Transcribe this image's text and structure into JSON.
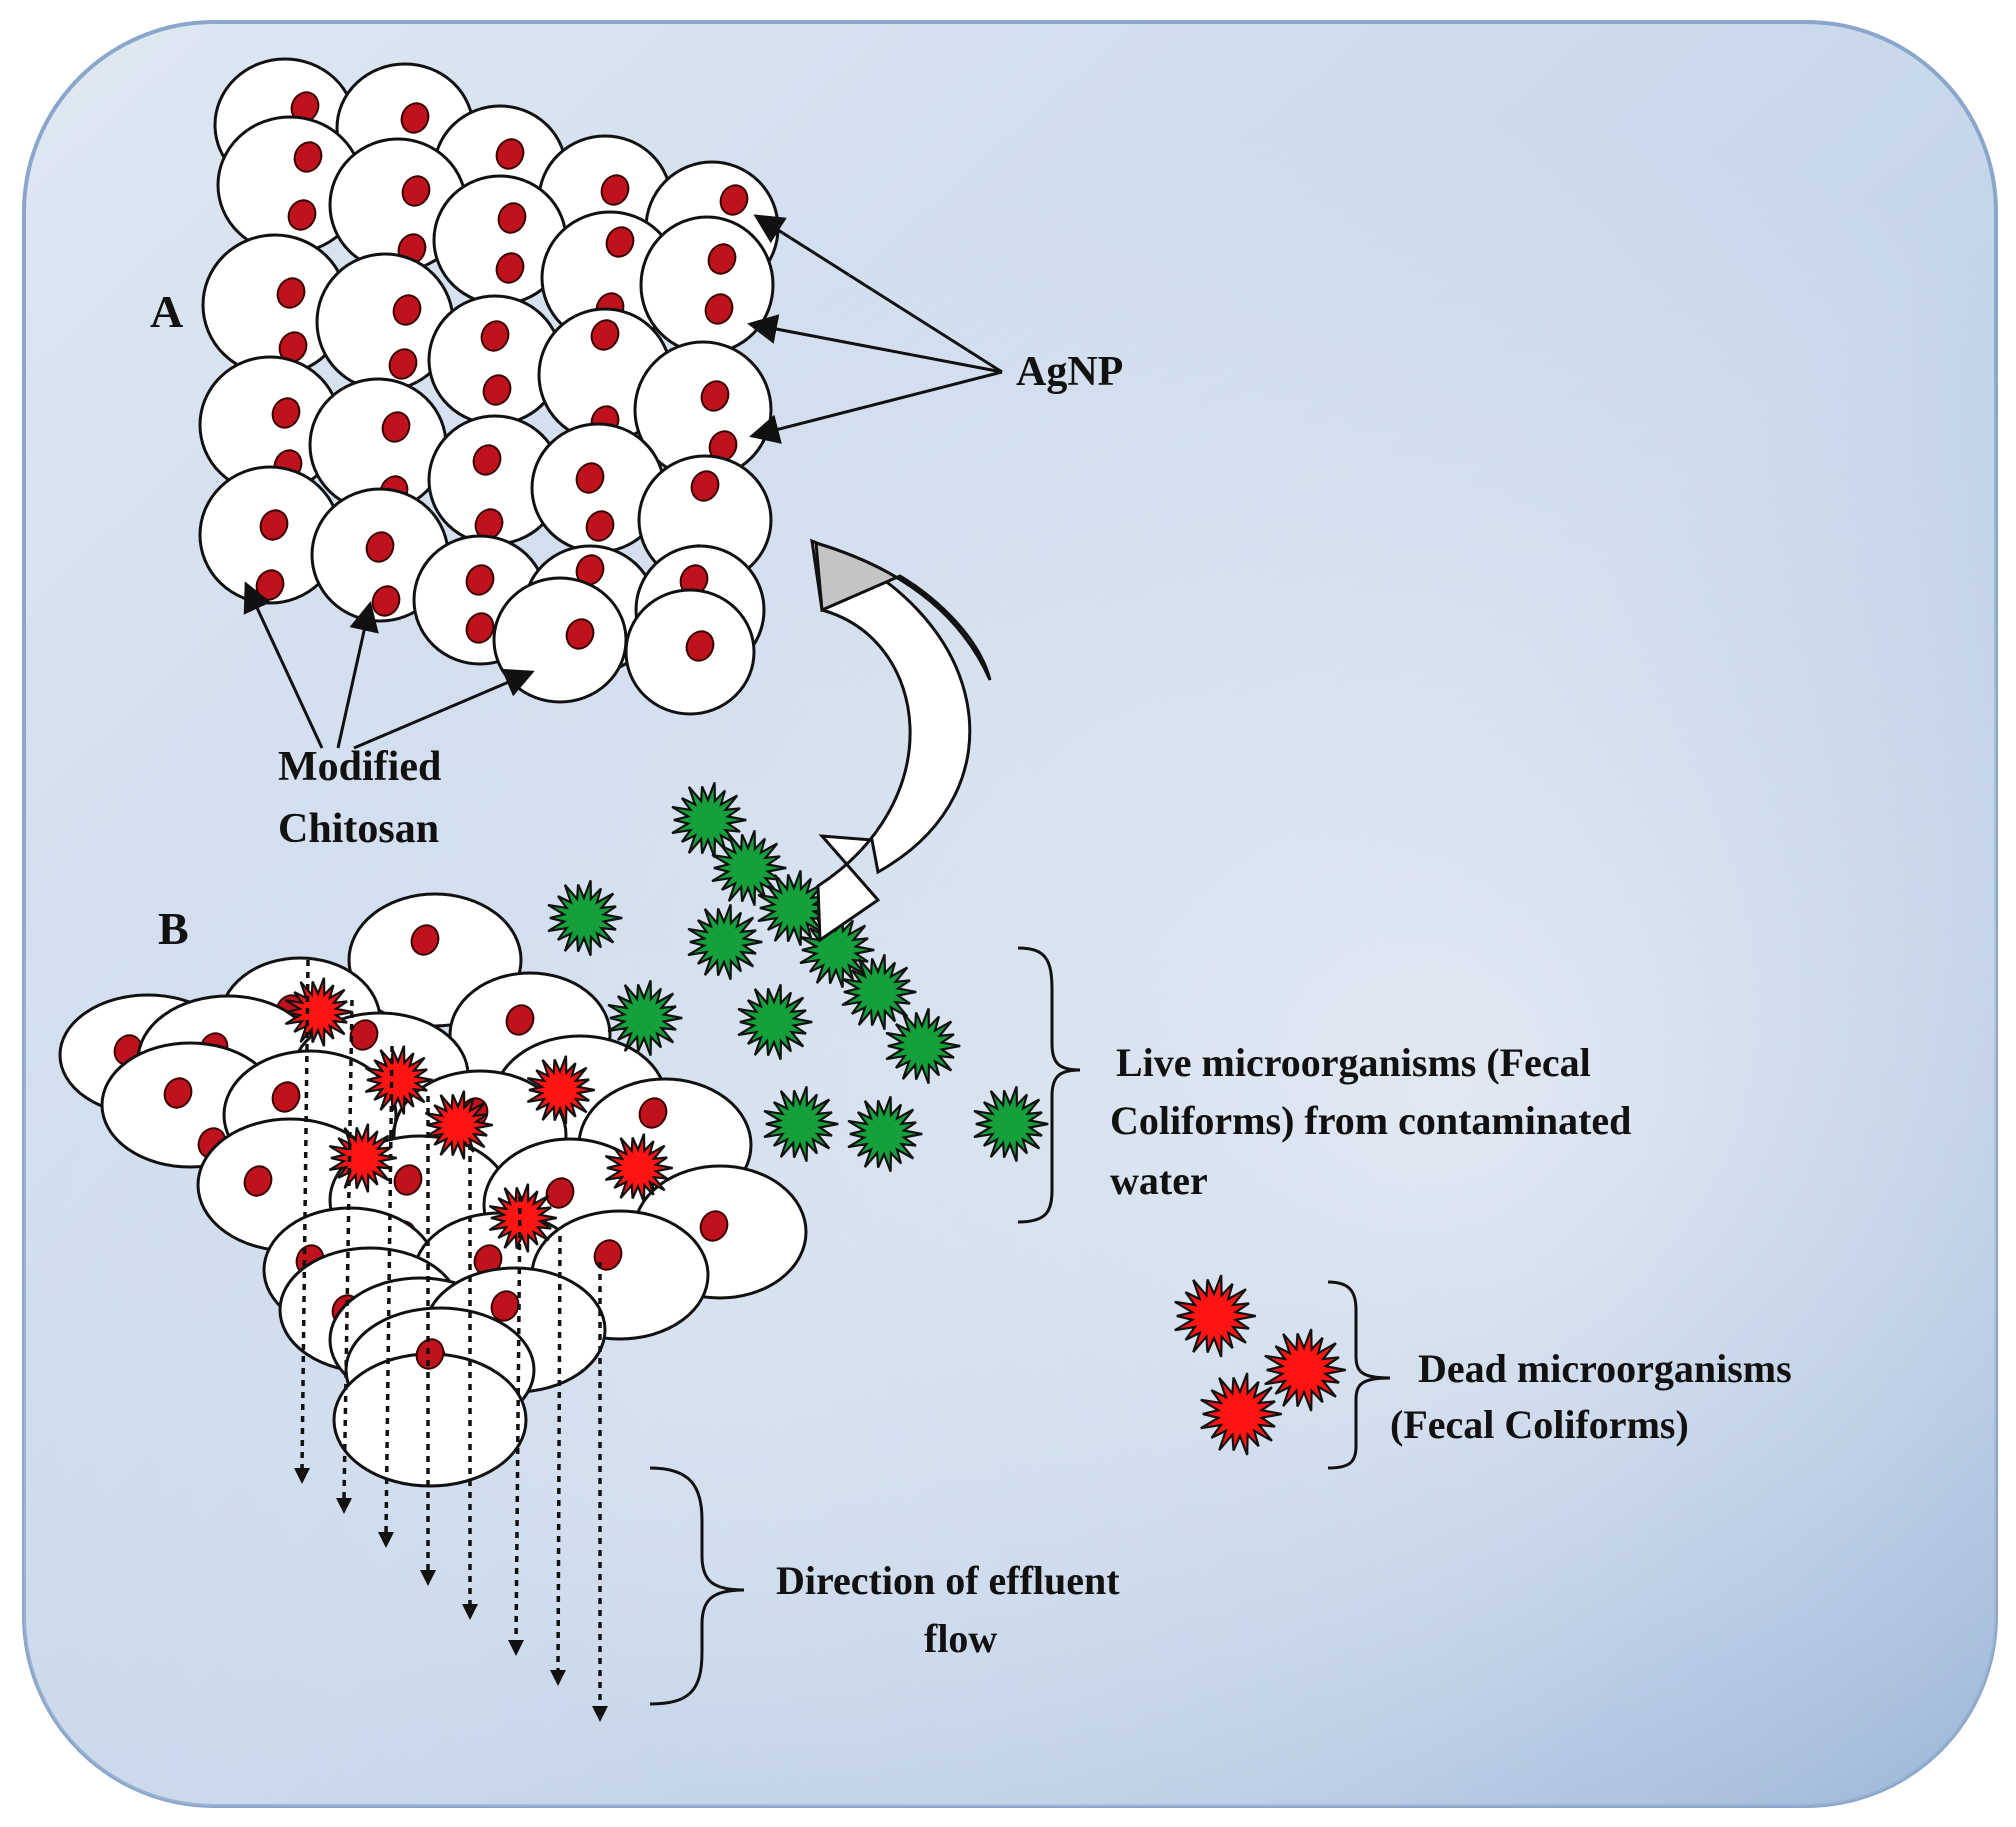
{
  "labels": {
    "panel_a": "A",
    "panel_b": "B",
    "agnp": "AgNP",
    "modified_chitosan": [
      "Modified",
      "Chitosan"
    ],
    "live_microorganisms": [
      "Live microorganisms (Fecal",
      "Coliforms) from contaminated",
      "water"
    ],
    "dead_microorganisms": [
      "Dead microorganisms",
      "(Fecal Coliforms)"
    ],
    "effluent_flow": [
      "Direction of effluent",
      "flow"
    ]
  },
  "colors": {
    "background_light": "#dfe8f3",
    "background_dark": "#93b0d5",
    "panel_border": "#8aa6cb",
    "bead_fill": "#ffffff",
    "bead_stroke": "#111111",
    "agnp_dot": "#c0121c",
    "live_microbe": "#15a03c",
    "dead_microbe": "#ff1414",
    "transfer_arrow": "#c4c4c4"
  },
  "icons": {
    "live_microbe": "spiky-circle-icon",
    "dead_microbe": "spiky-circle-icon",
    "transfer_arrow": "curved-arrow-icon"
  }
}
